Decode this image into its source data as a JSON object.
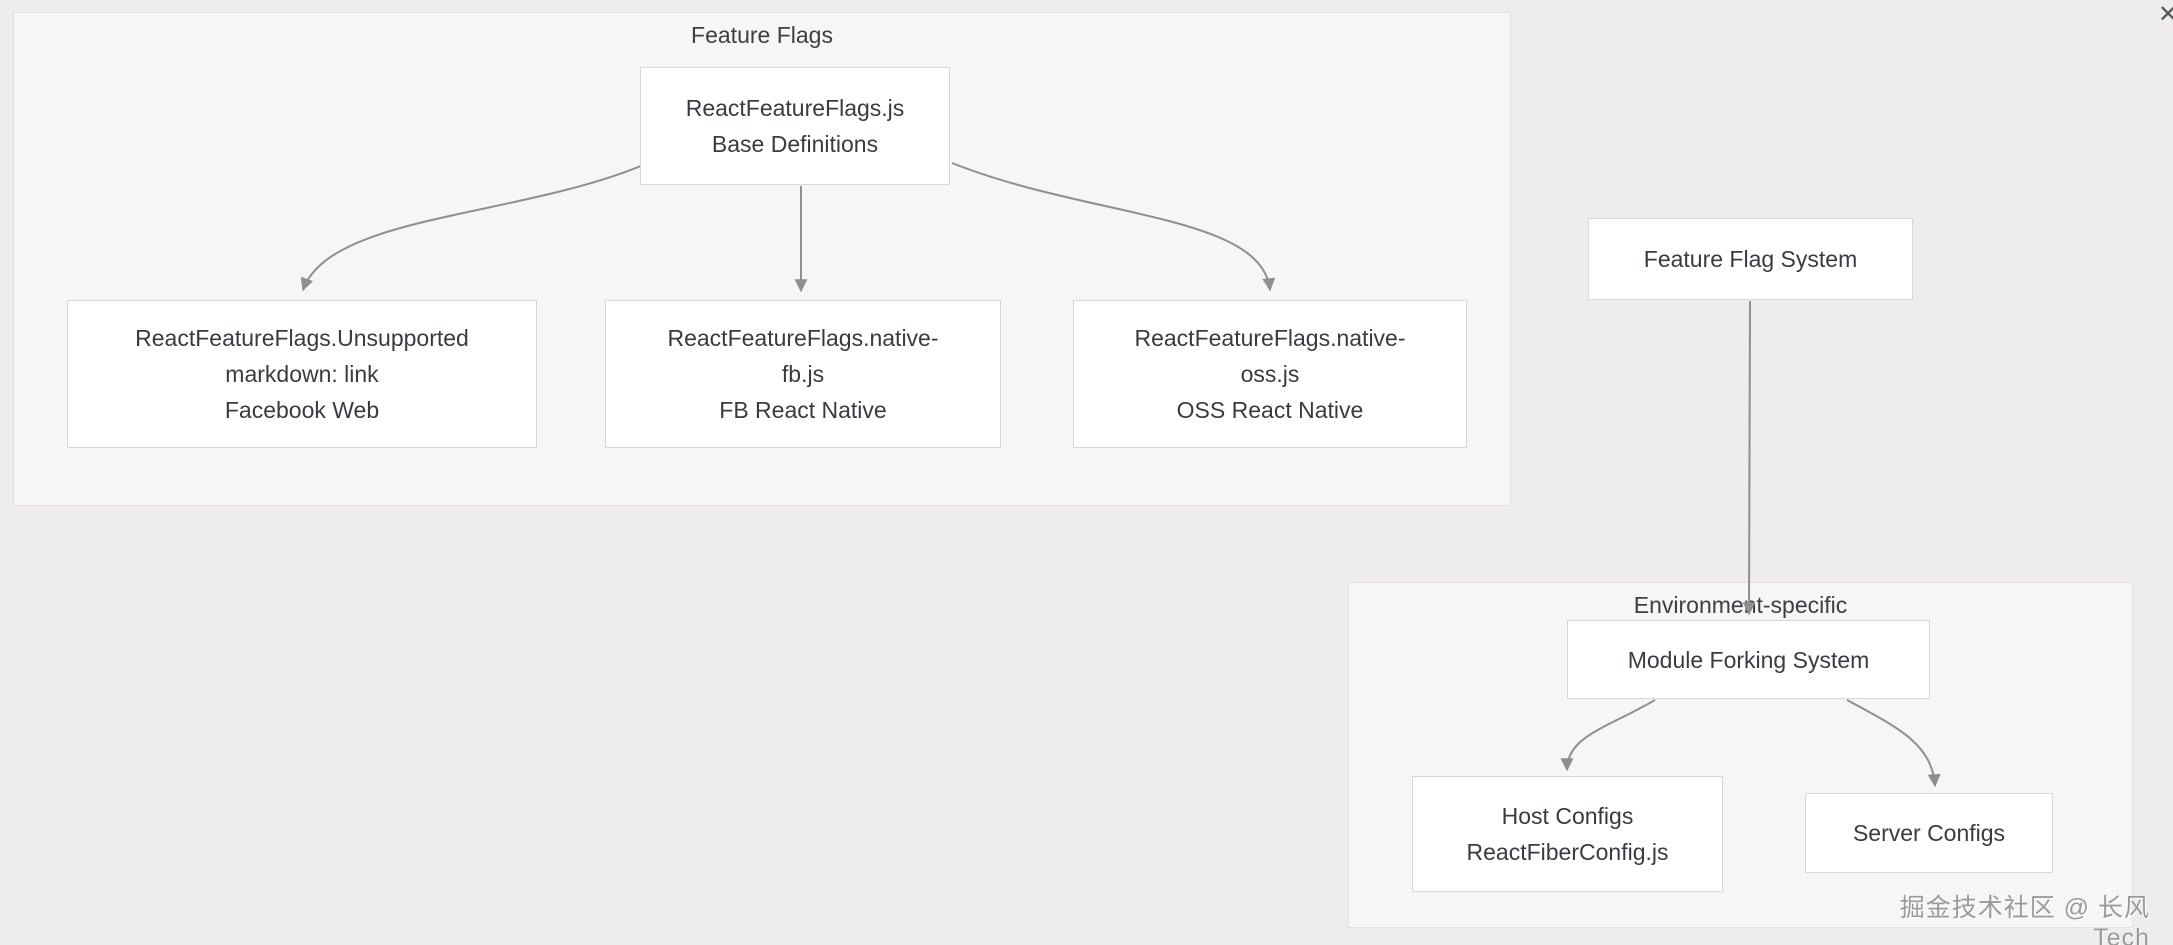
{
  "colors": {
    "page_bg": "#eeedeb",
    "group_bg": "#f6f6f4",
    "group_border": "#e3e2e0",
    "node_bg": "#ffffff",
    "node_border": "#d8d7d5",
    "text": "#373c42",
    "edge": "#8f8f8f",
    "watermark": "#9b9a98"
  },
  "groups": {
    "featureFlags": {
      "title": "Feature Flags"
    },
    "environmentSpecific": {
      "title": "Environment-specific"
    }
  },
  "nodes": {
    "base": {
      "label": "ReactFeatureFlags.js\nBase Definitions"
    },
    "facebookWeb": {
      "label": "ReactFeatureFlags.Unsupported\nmarkdown: link\nFacebook Web"
    },
    "fbReactNative": {
      "label": "ReactFeatureFlags.native-\nfb.js\nFB React Native"
    },
    "ossReactNative": {
      "label": "ReactFeatureFlags.native-\noss.js\nOSS React Native"
    },
    "featureFlagSystem": {
      "label": "Feature Flag System"
    },
    "moduleForkingSystem": {
      "label": "Module Forking System"
    },
    "hostConfigs": {
      "label": "Host Configs\nReactFiberConfig.js"
    },
    "serverConfigs": {
      "label": "Server Configs"
    }
  },
  "edges": [
    {
      "from": "base",
      "to": "facebookWeb"
    },
    {
      "from": "base",
      "to": "fbReactNative"
    },
    {
      "from": "base",
      "to": "ossReactNative"
    },
    {
      "from": "featureFlagSystem",
      "to": "moduleForkingSystem"
    },
    {
      "from": "moduleForkingSystem",
      "to": "hostConfigs"
    },
    {
      "from": "moduleForkingSystem",
      "to": "serverConfigs"
    }
  ],
  "watermark": {
    "text": "掘金技术社区 @ 长风Tech"
  },
  "close_icon": {
    "glyph": "✕"
  }
}
